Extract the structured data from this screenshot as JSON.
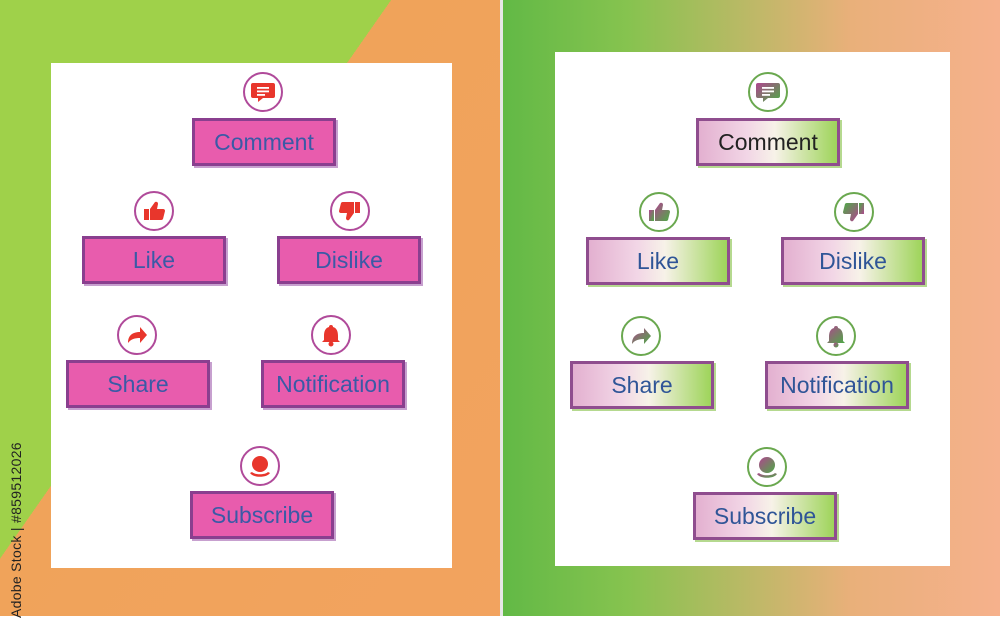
{
  "left": {
    "comment": "Comment",
    "like": "Like",
    "dislike": "Dislike",
    "share": "Share",
    "notification": "Notification",
    "subscribe": "Subscribe"
  },
  "right": {
    "comment": "Comment",
    "like": "Like",
    "dislike": "Dislike",
    "share": "Share",
    "notification": "Notification",
    "subscribe": "Subscribe"
  },
  "stock_id": "Adobe Stock | #859512026",
  "colors": {
    "pink_button": "#e85cad",
    "button_border": "#8a3f8f",
    "button_text": "#3a5aa6",
    "icon_red": "#e8362c",
    "icon_grad_purple": "#a2488f",
    "icon_grad_green": "#5aa845",
    "bg_green": "#9fd14a",
    "bg_orange": "#f0a35a"
  },
  "icons": [
    "comment-icon",
    "thumbs-up-icon",
    "thumbs-down-icon",
    "share-arrow-icon",
    "bell-icon",
    "user-icon"
  ]
}
